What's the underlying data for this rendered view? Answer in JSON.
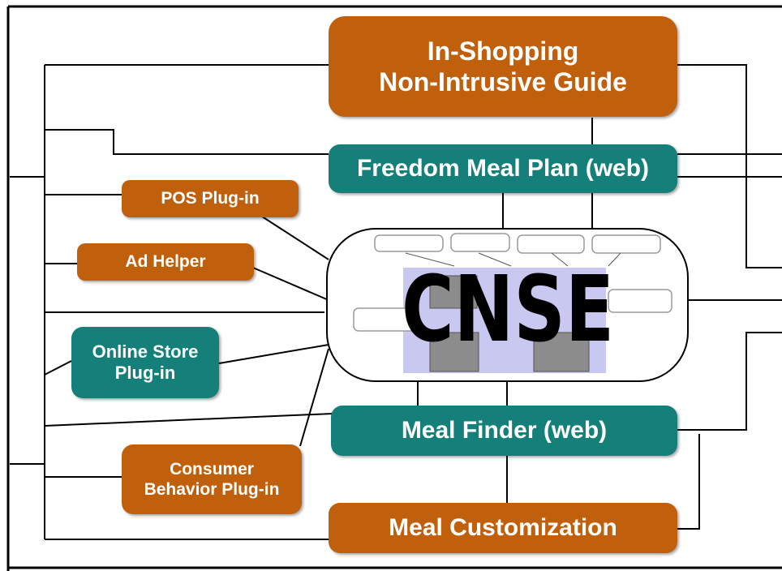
{
  "colors": {
    "orange": "#c0600c",
    "teal": "#157f7a",
    "line": "#000000",
    "core_fill": "#c8c8f0",
    "gray_block": "#8c8c8c"
  },
  "nodes": {
    "guide_line1": "In-Shopping",
    "guide_line2": "Non-Intrusive Guide",
    "freedom_meal_plan": "Freedom Meal Plan (web)",
    "pos_plugin": "POS Plug-in",
    "ad_helper": "Ad Helper",
    "online_store_line1": "Online Store",
    "online_store_line2": "Plug-in",
    "consumer_line1": "Consumer",
    "consumer_line2": "Behavior Plug-in",
    "meal_finder": "Meal Finder (web)",
    "meal_customization": "Meal Customization",
    "core": "CNSE"
  }
}
